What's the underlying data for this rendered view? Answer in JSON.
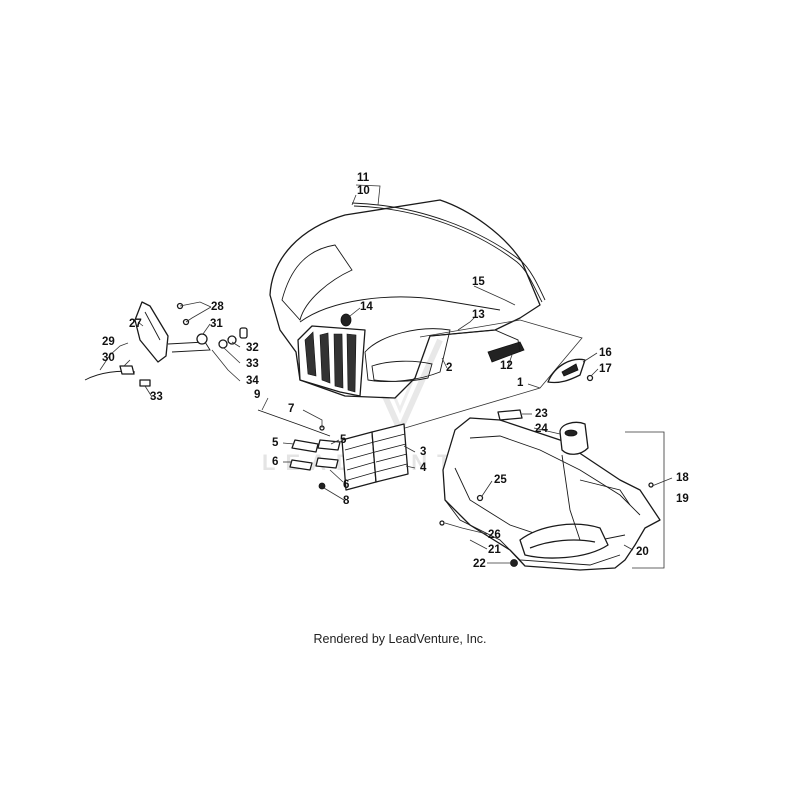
{
  "watermark": "LEADVENTURE",
  "footer": "Rendered by LeadVenture, Inc.",
  "callouts": [
    "1",
    "2",
    "3",
    "4",
    "5",
    "5",
    "6",
    "6",
    "7",
    "8",
    "9",
    "10",
    "11",
    "12",
    "13",
    "14",
    "15",
    "16",
    "17",
    "18",
    "19",
    "20",
    "21",
    "22",
    "23",
    "24",
    "25",
    "26",
    "27",
    "28",
    "29",
    "30",
    "31",
    "32",
    "33",
    "33",
    "34"
  ]
}
